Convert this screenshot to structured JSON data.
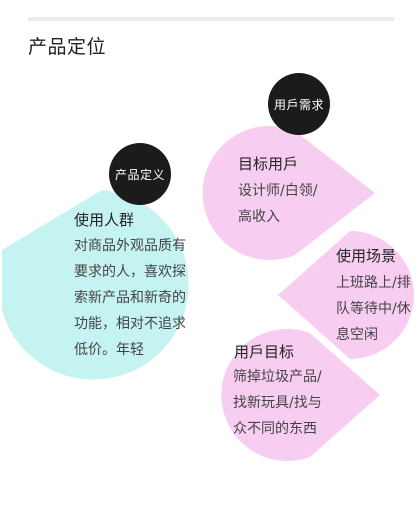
{
  "title": "产品定位",
  "colors": {
    "cyan": "#c4f3f1",
    "pink": "#f8cdf2",
    "badge": "#1b1b1b"
  },
  "user_group": {
    "badge": "产品定义",
    "heading": "使用人群",
    "lines": [
      "对商品外观品质有",
      "要求的人，喜欢探",
      "索新产品和新奇的",
      "功能，相对不追求",
      "低价。年轻"
    ]
  },
  "user_needs": {
    "badge": "用戶需求",
    "heading": "目标用戶",
    "lines": [
      "设计师/白领/",
      "高收入"
    ]
  },
  "usage_scenario": {
    "heading": "使用场景",
    "lines": [
      "上班路上/排",
      "队等待中/休",
      "息空闲"
    ]
  },
  "user_goal": {
    "heading": "用戶目标",
    "lines": [
      "筛掉垃圾产品/",
      "找新玩具/找与",
      "众不同的东西"
    ]
  }
}
